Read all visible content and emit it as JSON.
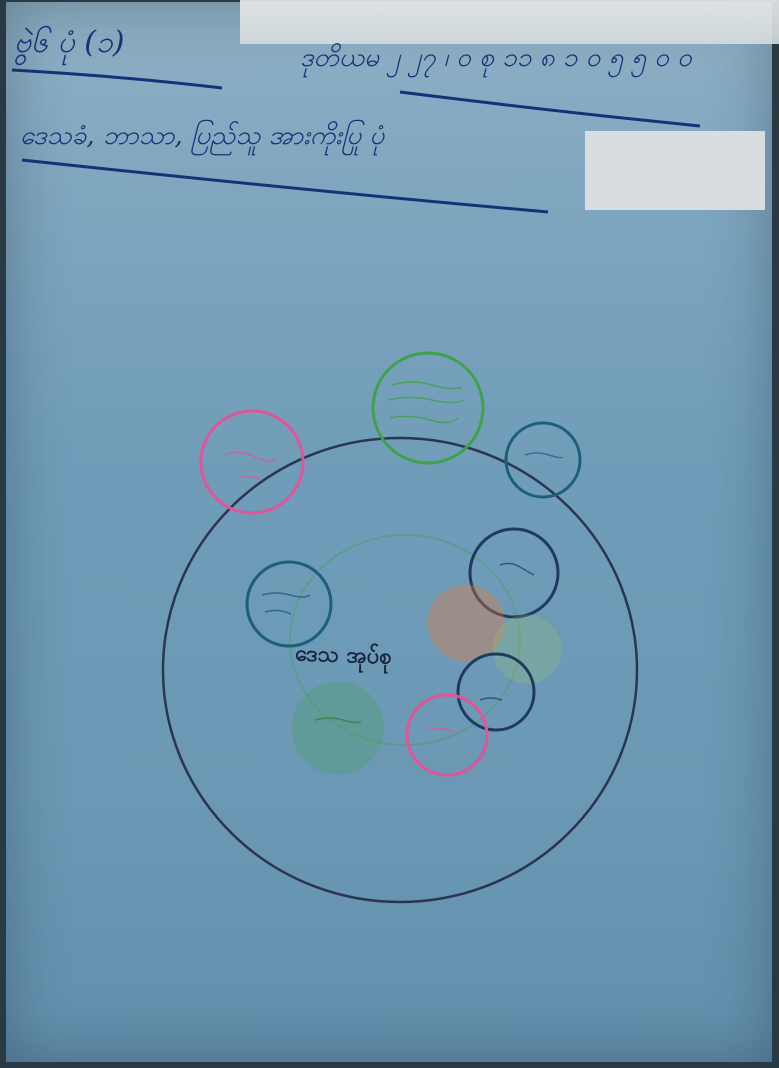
{
  "header": {
    "line_left": "ဗွဲ၆ ပုံ (၁)",
    "line_right": "ဒုတိယမ ၂ ၂၇ ၊ ၀ စု ၁၁ ၈ ၁ ၀ ၅ ၅ ၀ ၀",
    "line_second": "ဒေသခံ, ဘာသာ, ပြည်သူ အားကိုးပြု ပုံ"
  },
  "center_label": "ဒေသ အုပ်စု",
  "ink_colors": {
    "paper": "#6f9cb8",
    "pen_blue": "#16317a",
    "outer_circle": "#2b3550",
    "green": "#3fa14a",
    "teal": "#1d5f7a",
    "pink": "#e2539a",
    "orange": "#f07a3a",
    "lime": "#a8d05a"
  }
}
